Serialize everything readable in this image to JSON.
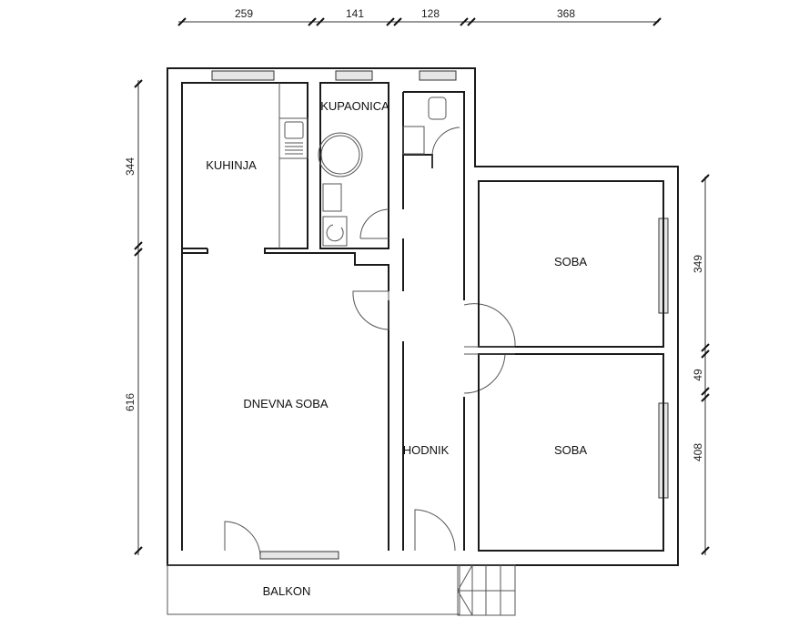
{
  "rooms": {
    "kitchen": "KUHINJA",
    "bathroom": "KUPAONICA",
    "living_room": "DNEVNA SOBA",
    "hallway": "HODNIK",
    "room_top": "SOBA",
    "room_bottom": "SOBA",
    "balcony": "BALKON"
  },
  "dimensions": {
    "top": [
      "259",
      "141",
      "128",
      "368"
    ],
    "left": [
      "344",
      "616"
    ],
    "right": [
      "349",
      "49",
      "408"
    ]
  }
}
